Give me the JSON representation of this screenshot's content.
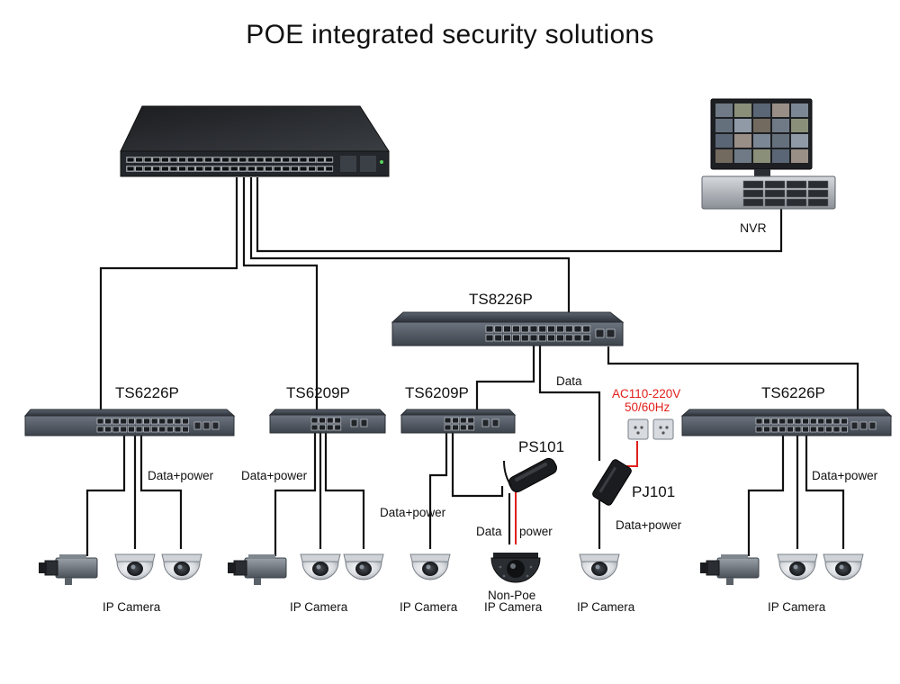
{
  "title": "POE integrated security solutions",
  "devices": {
    "core_switch": {
      "label": ""
    },
    "nvr": {
      "label": "NVR"
    },
    "ts8226p": {
      "label": "TS8226P"
    },
    "ts6226p_left": {
      "label": "TS6226P"
    },
    "ts6209p_a": {
      "label": "TS6209P"
    },
    "ts6209p_b": {
      "label": "TS6209P"
    },
    "ts6226p_right": {
      "label": "TS6226P"
    },
    "ps101": {
      "label": "PS101"
    },
    "pj101": {
      "label": "PJ101"
    }
  },
  "links": {
    "data_power_1": "Data+power",
    "data_power_2": "Data+power",
    "data_power_3": "Data+power",
    "data_power_4": "Data+power",
    "data_power_5": "Data+power",
    "data_1": "Data",
    "data_2": "Data",
    "power": "power",
    "ac_line1": "AC110-220V",
    "ac_line2": "50/60Hz"
  },
  "cameras": {
    "group1": "IP Camera",
    "group2": "IP Camera",
    "group3": "IP Camera",
    "nonpoe_line1": "Non-Poe",
    "nonpoe_line2": "IP Camera",
    "group5": "IP Camera",
    "group6": "IP Camera"
  },
  "colors": {
    "accent_red": "#e0201b",
    "switch_body": "#4b5563",
    "wire": "#111111"
  }
}
